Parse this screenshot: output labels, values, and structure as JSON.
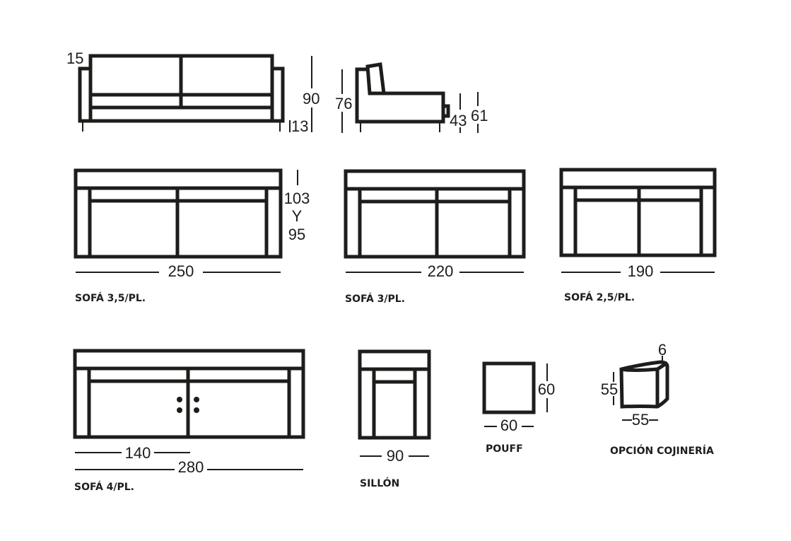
{
  "front_view": {
    "arm_height": "15",
    "total_height": "90",
    "leg_height": "13"
  },
  "side_view": {
    "back_height": "76",
    "seat_height": "43",
    "arm_height": "61"
  },
  "height_note": {
    "line1": "103",
    "line2": "Y",
    "line3": "95"
  },
  "models": [
    {
      "name": "SOFÁ 3,5/PL.",
      "width": "250"
    },
    {
      "name": "SOFÁ 3/PL.",
      "width": "220"
    },
    {
      "name": "SOFÁ 2,5/PL.",
      "width": "190"
    },
    {
      "name": "SOFÁ 4/PL.",
      "width": "280",
      "module_width": "140"
    },
    {
      "name": "SILLÓN",
      "width": "90"
    },
    {
      "name": "POUFF",
      "width": "60",
      "depth": "60"
    },
    {
      "name": "OPCIÓN COJINERÍA",
      "thickness": "6",
      "height": "55",
      "width": "55"
    }
  ]
}
